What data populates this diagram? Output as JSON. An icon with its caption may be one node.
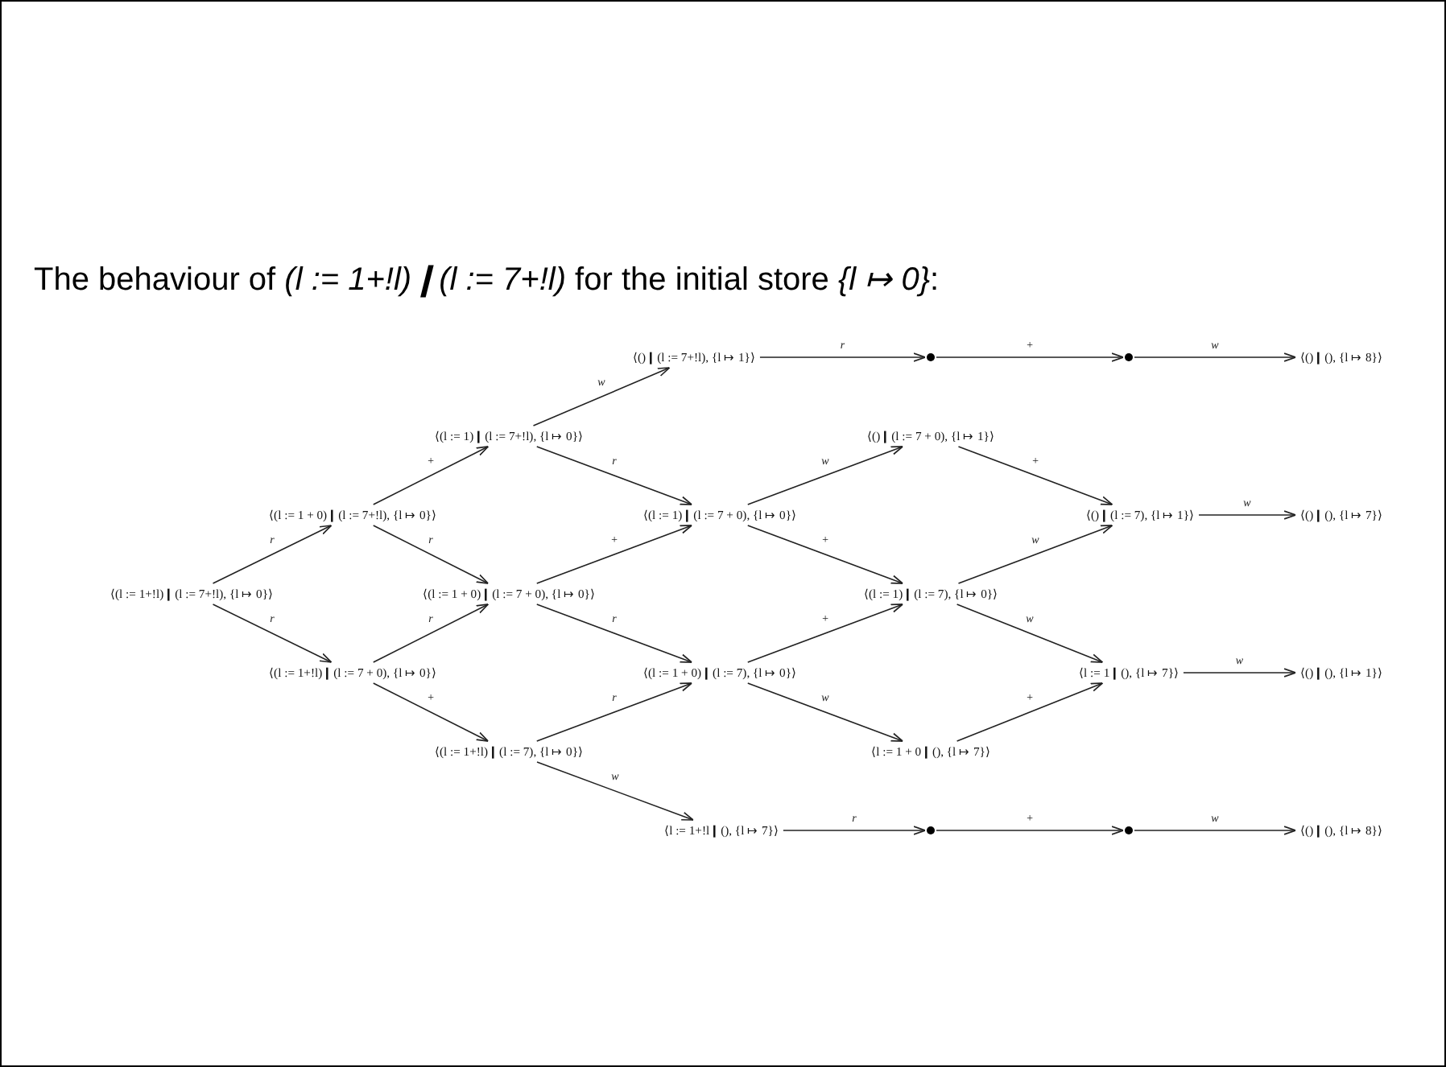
{
  "diagram": {
    "title": "The behaviour of *(l := 1+!l)❙(l := 7+!l)* for the initial store *{l ↦ 0}*:",
    "nodes": [
      {
        "text": [
          "⟨(l := 1+!l)❙(l := 7+!l), {l ↦ 0}⟩"
        ]
      },
      {
        "text": [
          "⟨(l := 1 + 0)❙(l := 7+!l), {l ↦ 0}⟩"
        ]
      },
      {
        "text": [
          "⟨(l := 1+!l)❙(l := 7 + 0), {l ↦ 0}⟩"
        ]
      },
      {
        "text": [
          "⟨(l := 1)❙(l := 7+!l), {l ↦ 0}⟩"
        ]
      },
      {
        "text": [
          "⟨(l := 1 + 0)❙(l := 7 + 0), {l ↦ 0}⟩"
        ]
      },
      {
        "text": [
          "⟨(l := 1+!l)❙(l := 7), {l ↦ 0}⟩"
        ]
      },
      {
        "text": [
          "⟨()❙(l := 7+!l), {l ↦ 1}⟩"
        ]
      },
      {
        "text": [
          "⟨(l := 1)❙(l := 7 + 0), {l ↦ 0}⟩"
        ]
      },
      {
        "text": [
          "⟨(l := 1 + 0)❙(l := 7), {l ↦ 0}⟩"
        ]
      },
      {
        "text": [
          "⟨l := 1+!l❙(), {l ↦ 7}⟩"
        ]
      },
      {
        "text": [],
        "shape": "circle"
      },
      {
        "text": [
          "⟨()❙(l := 7 + 0), {l ↦ 1}⟩"
        ]
      },
      {
        "text": [
          "⟨(l := 1)❙(l := 7), {l ↦ 0}⟩"
        ]
      },
      {
        "text": [
          "⟨l := 1 + 0❙(), {l ↦ 7}⟩"
        ]
      },
      {
        "text": [],
        "shape": "circle"
      },
      {
        "text": [],
        "shape": "circle"
      },
      {
        "text": [
          "⟨()❙(l := 7), {l ↦ 1}⟩"
        ]
      },
      {
        "text": [
          "⟨l := 1❙(), {l ↦ 7}⟩"
        ]
      },
      {
        "text": [],
        "shape": "circle"
      },
      {
        "text": [
          "⟨()❙(), {l ↦ 8}⟩"
        ]
      },
      {
        "text": [
          "⟨()❙(), {l ↦ 7}⟩"
        ]
      },
      {
        "text": [
          "⟨()❙(), {l ↦ 1}⟩"
        ]
      },
      {
        "text": [
          "⟨()❙(), {l ↦ 8}⟩"
        ]
      }
    ],
    "edges": [
      {
        "from": 0,
        "to": 1,
        "arrow": "to",
        "label": "r"
      },
      {
        "from": 0,
        "to": 2,
        "arrow": "to",
        "label": "r"
      },
      {
        "from": 1,
        "to": 3,
        "arrow": "to",
        "label": "+"
      },
      {
        "from": 1,
        "to": 4,
        "arrow": "to",
        "label": "r"
      },
      {
        "from": 2,
        "to": 4,
        "arrow": "to",
        "label": "r"
      },
      {
        "from": 2,
        "to": 5,
        "arrow": "to",
        "label": "+"
      },
      {
        "from": 3,
        "to": 6,
        "arrow": "to",
        "label": "w"
      },
      {
        "from": 3,
        "to": 7,
        "arrow": "to",
        "label": "r"
      },
      {
        "from": 4,
        "to": 7,
        "arrow": "to",
        "label": "+"
      },
      {
        "from": 4,
        "to": 8,
        "arrow": "to",
        "label": "r"
      },
      {
        "from": 5,
        "to": 8,
        "arrow": "to",
        "label": "r"
      },
      {
        "from": 5,
        "to": 9,
        "arrow": "to",
        "label": "w"
      },
      {
        "from": 6,
        "to": 10,
        "arrow": "to",
        "label": "r"
      },
      {
        "from": 10,
        "to": 15,
        "arrow": "to",
        "label": "+"
      },
      {
        "from": 15,
        "to": 19,
        "arrow": "to",
        "label": "w"
      },
      {
        "from": 7,
        "to": 11,
        "arrow": "to",
        "label": "w"
      },
      {
        "from": 7,
        "to": 12,
        "arrow": "to",
        "label": "+"
      },
      {
        "from": 8,
        "to": 12,
        "arrow": "to",
        "label": "+"
      },
      {
        "from": 8,
        "to": 13,
        "arrow": "to",
        "label": "w"
      },
      {
        "from": 9,
        "to": 14,
        "arrow": "to",
        "label": "r"
      },
      {
        "from": 14,
        "to": 18,
        "arrow": "to",
        "label": "+"
      },
      {
        "from": 18,
        "to": 22,
        "arrow": "to",
        "label": "w"
      },
      {
        "from": 11,
        "to": 16,
        "arrow": "to",
        "label": "+"
      },
      {
        "from": 12,
        "to": 16,
        "arrow": "to",
        "label": "w"
      },
      {
        "from": 12,
        "to": 17,
        "arrow": "to",
        "label": "w"
      },
      {
        "from": 13,
        "to": 17,
        "arrow": "to",
        "label": "+"
      },
      {
        "from": 16,
        "to": 20,
        "arrow": "to",
        "label": "w"
      },
      {
        "from": 17,
        "to": 21,
        "arrow": "to",
        "label": "w"
      }
    ]
  }
}
